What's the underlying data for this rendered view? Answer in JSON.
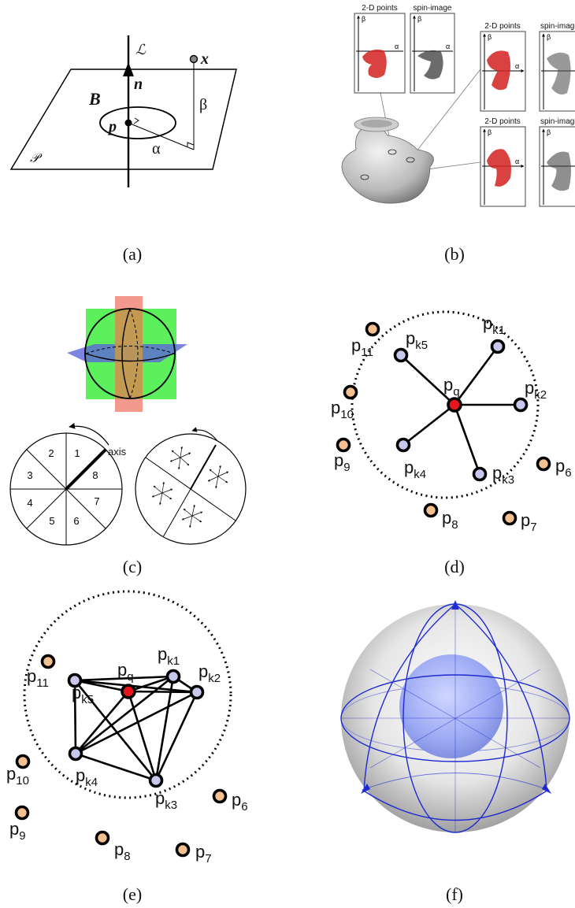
{
  "panels": [
    {
      "id": "a",
      "caption": "(a)"
    },
    {
      "id": "b",
      "caption": "(b)"
    },
    {
      "id": "c",
      "caption": "(c)"
    },
    {
      "id": "d",
      "caption": "(d)"
    },
    {
      "id": "e",
      "caption": "(e)"
    },
    {
      "id": "f",
      "caption": "(f)"
    }
  ],
  "panel_a": {
    "line_label": "ℒ",
    "plane_label": "𝒫",
    "x": "x",
    "n": "n",
    "B": "B",
    "p": "p",
    "beta": "β",
    "alpha": "α"
  },
  "panel_b": {
    "points_label": "2-D points",
    "spin_label": "spin-image",
    "spin_label_cut": "spin-image",
    "beta": "β",
    "alpha": "α"
  },
  "panel_c": {
    "sectors": [
      "1",
      "2",
      "3",
      "4",
      "5",
      "6",
      "7",
      "8"
    ],
    "axis_label": "axis"
  },
  "panel_d": {
    "center": {
      "base": "p",
      "sub": "q"
    },
    "neighbors": [
      {
        "base": "p",
        "sub": "k1"
      },
      {
        "base": "p",
        "sub": "k2"
      },
      {
        "base": "p",
        "sub": "k3"
      },
      {
        "base": "p",
        "sub": "k4"
      },
      {
        "base": "p",
        "sub": "k5"
      }
    ],
    "others": [
      {
        "base": "p",
        "sub": "6"
      },
      {
        "base": "p",
        "sub": "7"
      },
      {
        "base": "p",
        "sub": "8"
      },
      {
        "base": "p",
        "sub": "9"
      },
      {
        "base": "p",
        "sub": "10"
      },
      {
        "base": "p",
        "sub": "11"
      }
    ]
  },
  "panel_e": {
    "center": {
      "base": "p",
      "sub": "q"
    },
    "neighbors": [
      {
        "base": "p",
        "sub": "k1"
      },
      {
        "base": "p",
        "sub": "k2"
      },
      {
        "base": "p",
        "sub": "k3"
      },
      {
        "base": "p",
        "sub": "k4"
      },
      {
        "base": "p",
        "sub": "k5"
      }
    ],
    "others": [
      {
        "base": "p",
        "sub": "6"
      },
      {
        "base": "p",
        "sub": "7"
      },
      {
        "base": "p",
        "sub": "8"
      },
      {
        "base": "p",
        "sub": "9"
      },
      {
        "base": "p",
        "sub": "10"
      },
      {
        "base": "p",
        "sub": "11"
      }
    ]
  },
  "colors": {
    "query_point": "#e8141c",
    "neighbor_point": "#c8c8ee",
    "other_point": "#f5c08f",
    "sphere_blue": "#1f2bd0",
    "plane_green": "#33ee33",
    "plane_red": "#f08070",
    "plane_blue": "#5c66d8",
    "plane_brown": "#c09a50",
    "cloud_red": "#d42020"
  }
}
